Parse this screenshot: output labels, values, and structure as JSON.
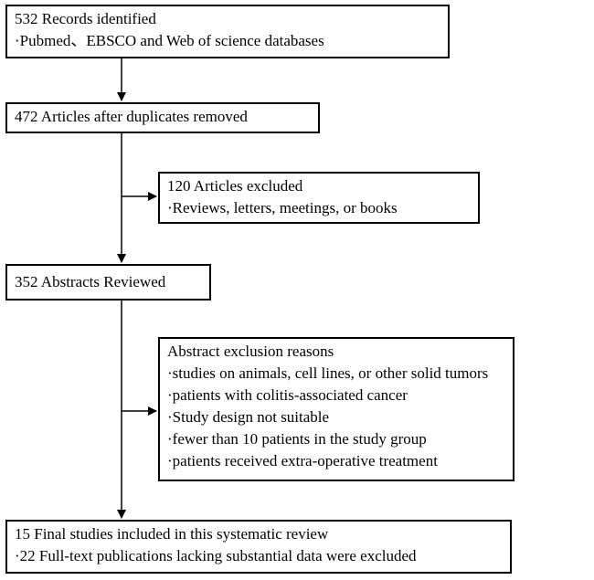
{
  "boxes": {
    "records": {
      "title": "532 Records identified",
      "lines": [
        "·Pubmed、EBSCO and Web of science databases"
      ]
    },
    "dedup": {
      "title": "472 Articles after duplicates removed"
    },
    "excluded": {
      "title": "120 Articles excluded",
      "lines": [
        "·Reviews, letters, meetings, or books"
      ]
    },
    "abstracts": {
      "title": "352 Abstracts Reviewed"
    },
    "abstract_exclusion": {
      "title": "Abstract exclusion reasons",
      "lines": [
        "·studies on animals, cell lines, or other solid tumors",
        "·patients with colitis-associated cancer",
        "·Study design not suitable",
        "·fewer than 10 patients in the study group",
        "·patients received extra-operative treatment"
      ]
    },
    "final": {
      "title": "15 Final studies included in this systematic review",
      "lines": [
        "·22 Full-text publications lacking substantial data were excluded"
      ]
    }
  }
}
